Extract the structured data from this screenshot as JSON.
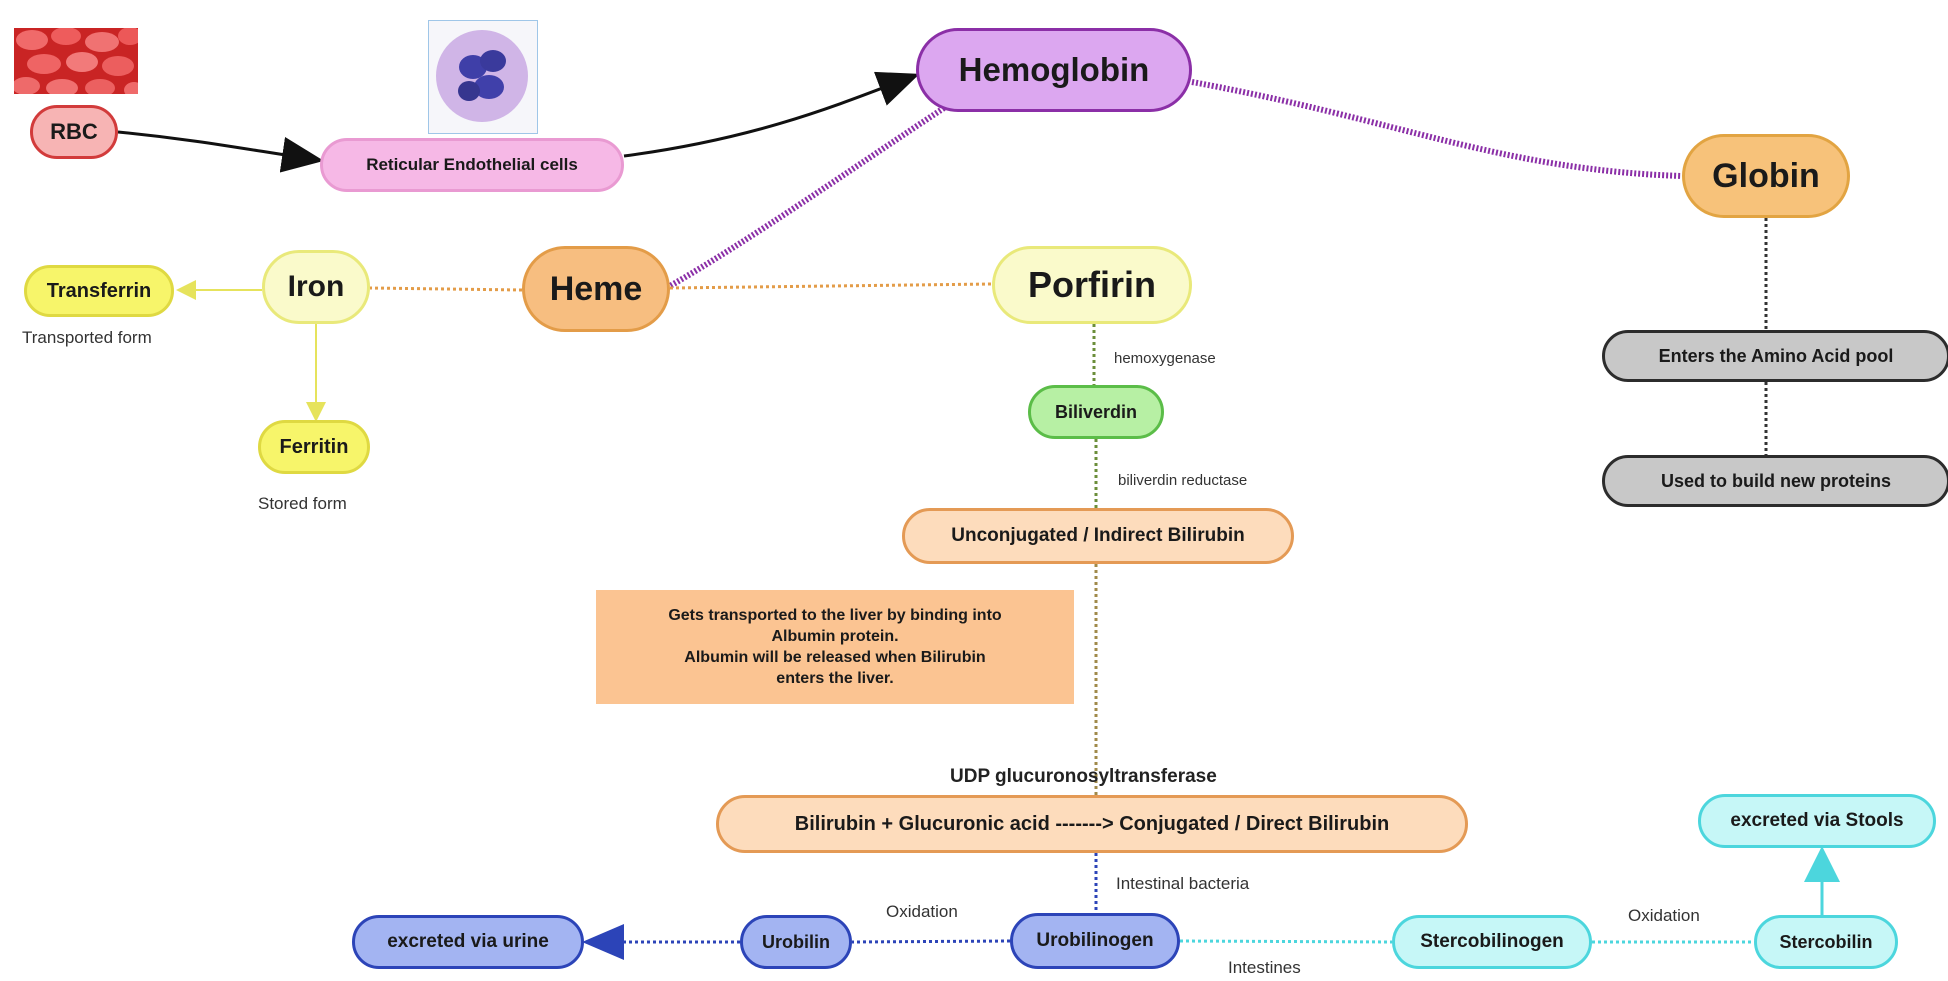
{
  "nodes": {
    "rbc": "RBC",
    "reticular": "Reticular Endothelial cells",
    "hemoglobin": "Hemoglobin",
    "globin": "Globin",
    "heme": "Heme",
    "iron": "Iron",
    "transferrin": "Transferrin",
    "ferritin": "Ferritin",
    "porfirin": "Porfirin",
    "biliverdin": "Biliverdin",
    "unconjugated": "Unconjugated / Indirect Bilirubin",
    "conjugation": "Bilirubin + Glucuronic acid -------> Conjugated / Direct Bilirubin",
    "amino_pool": "Enters the Amino Acid pool",
    "new_proteins": "Used to build new proteins",
    "urine": "excreted via urine",
    "urobilin": "Urobilin",
    "urobilinogen": "Urobilinogen",
    "stercobilinogen": "Stercobilinogen",
    "stercobilin": "Stercobilin",
    "stools": "excreted via Stools"
  },
  "note": {
    "line1": "Gets transported to the liver by binding into",
    "line2": "Albumin protein.",
    "line3": "Albumin will be released when Bilirubin",
    "line4": "enters the liver."
  },
  "labels": {
    "transported_form": "Transported form",
    "stored_form": "Stored form",
    "hemoxygenase": "hemoxygenase",
    "biliverdin_reductase": "biliverdin reductase",
    "udp": "UDP glucuronosyltransferase",
    "intestinal_bacteria": "Intestinal bacteria",
    "oxidation_left": "Oxidation",
    "oxidation_right": "Oxidation",
    "intestines": "Intestines"
  },
  "colors": {
    "hemoglobin_link": "#8b2fa7",
    "heme_link": "#e39c48",
    "iron_link": "#e9e97a",
    "bilirubin_path": "#a08a4a",
    "globin_path": "#333333",
    "urine_path": "#2c44b8",
    "stool_path": "#4cd6dd"
  }
}
